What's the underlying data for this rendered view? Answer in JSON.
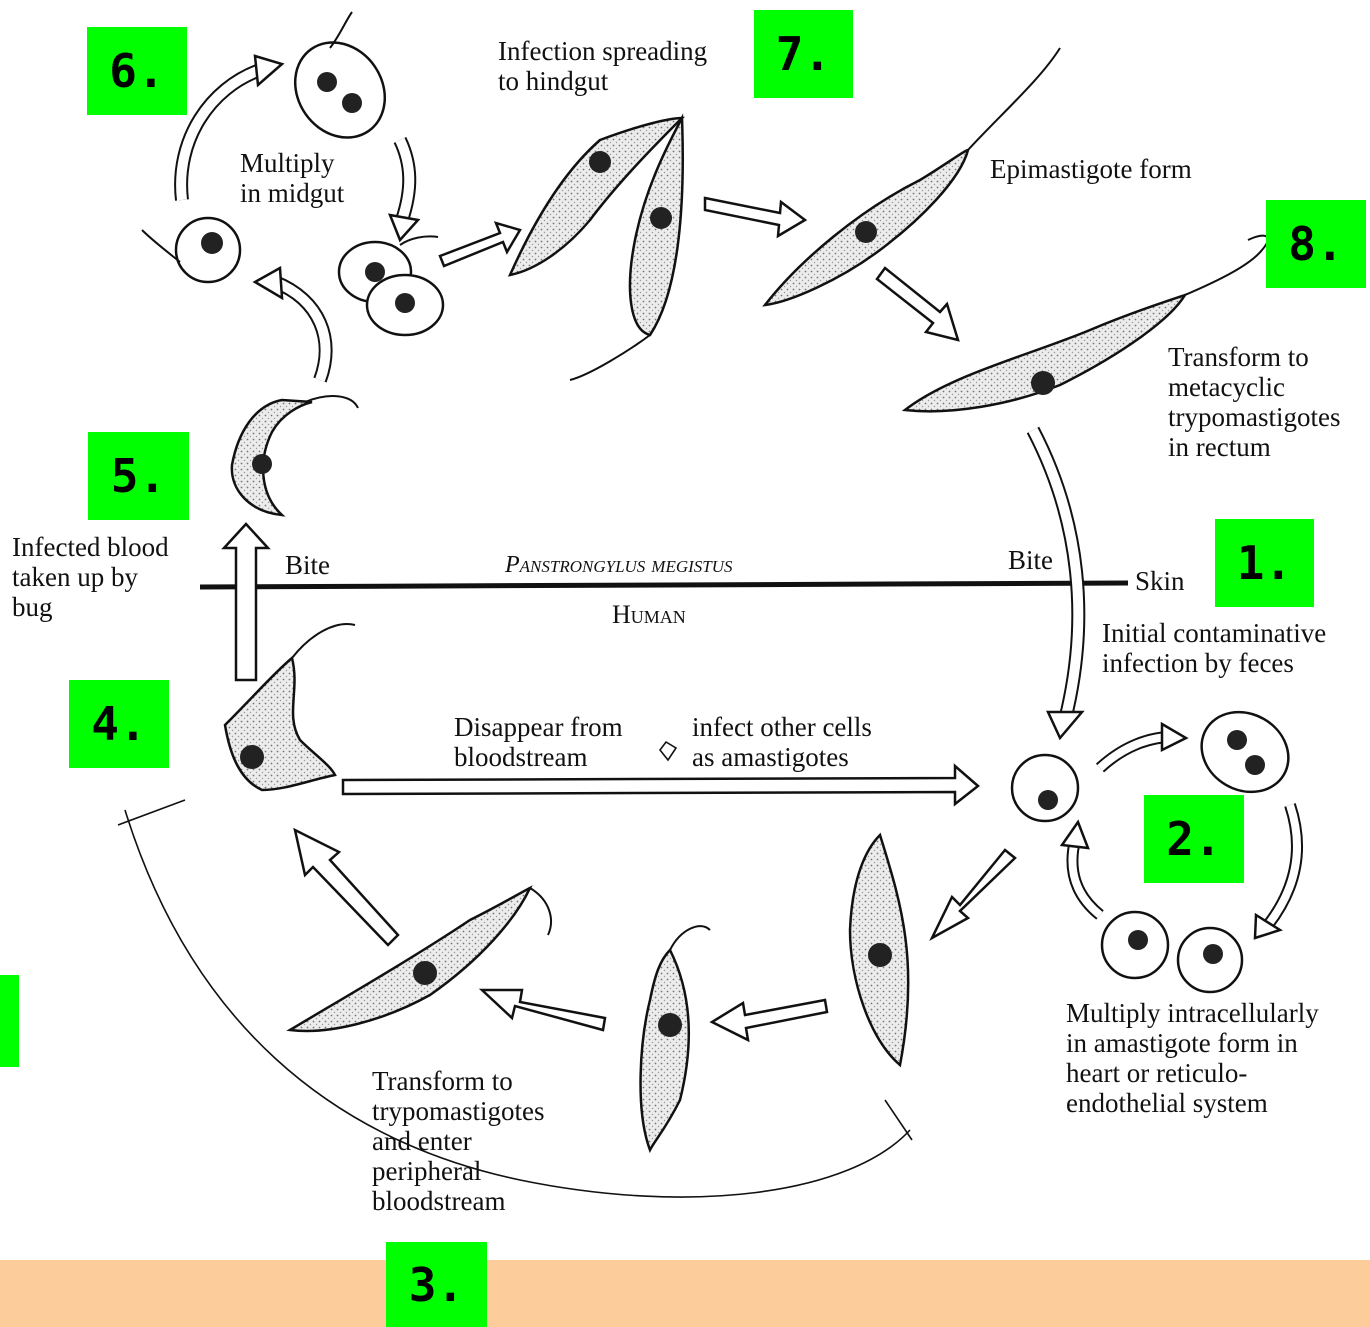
{
  "colors": {
    "badge": "#00ff00",
    "bottom_band": "#fdcc9b",
    "ink": "#111111",
    "cell_fill": "#e6e6e6"
  },
  "host_labels": {
    "vector": "Panstrongylus megistus",
    "human": "Human",
    "skin": "Skin",
    "bite_left": "Bite",
    "bite_right": "Bite"
  },
  "captions": {
    "infection_spreading": "Infection spreading\nto hindgut",
    "multiply_midgut": "Multiply\nin midgut",
    "epimastigote": "Epimastigote form",
    "transform_metacyclic": "Transform to\nmetacyclic\ntrypomastigotes\nin rectum",
    "infected_blood": "Infected blood\ntaken up by\nbug",
    "initial_infection": "Initial contaminative\ninfection by feces",
    "disappear": "Disappear from\nbloodstream",
    "infect_other": "infect other cells\nas amastigotes",
    "multiply_intracellular": "Multiply intracellularly\nin amastigote form in\nheart or reticulo-\nendothelial system",
    "transform_trypo": "Transform to\ntrypomastigotes\nand enter\nperipheral\nbloodstream"
  },
  "badges": {
    "b1": "1.",
    "b2": "2.",
    "b3": "3.",
    "b4": "4.",
    "b5": "5.",
    "b6": "6.",
    "b7": "7.",
    "b8": "8."
  }
}
